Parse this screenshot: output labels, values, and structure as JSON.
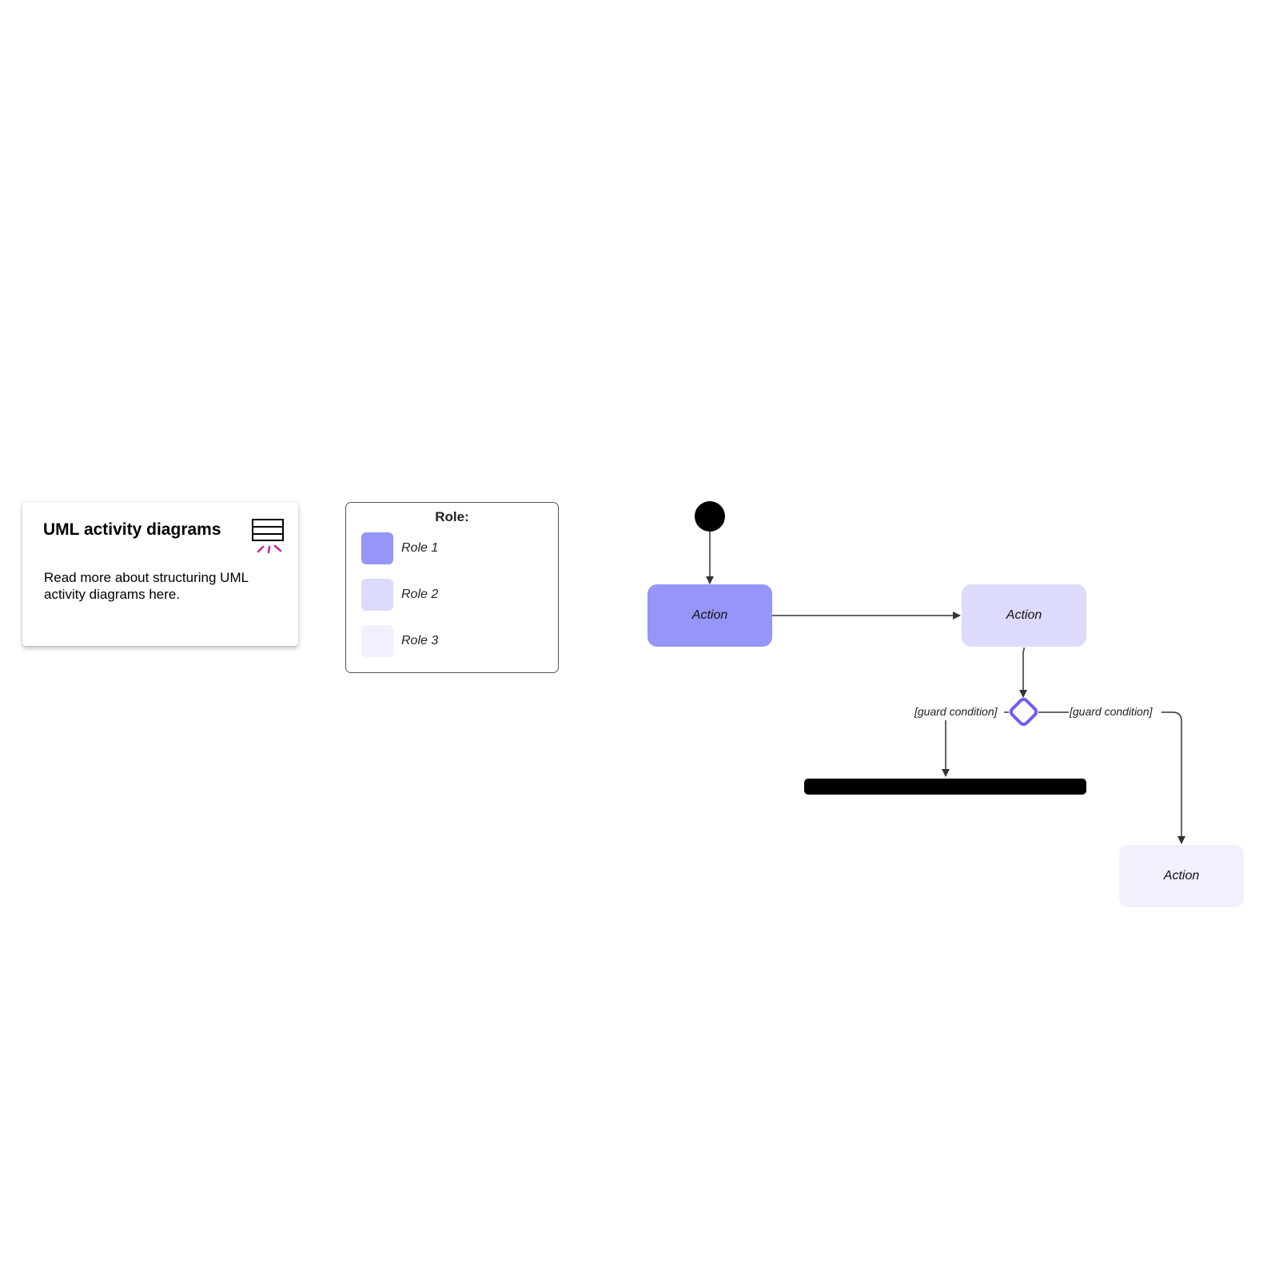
{
  "info_card": {
    "title": "UML activity diagrams",
    "body": "Read more about structuring UML activity diagrams here.",
    "icon": "uml-diagram-icon"
  },
  "legend": {
    "title": "Role:",
    "items": [
      {
        "label": "Role 1",
        "color": "#9695F8"
      },
      {
        "label": "Role 2",
        "color": "#DCDBFB"
      },
      {
        "label": "Role 3",
        "color": "#F1F0FD"
      }
    ]
  },
  "diagram": {
    "actions": [
      {
        "label": "Action",
        "role": "Role 1",
        "color": "#9695F8"
      },
      {
        "label": "Action",
        "role": "Role 2",
        "color": "#DCDBFB"
      },
      {
        "label": "Action",
        "role": "Role 3",
        "color": "#F1F0FD"
      }
    ],
    "guard_left": "[guard condition]",
    "guard_right": "[guard condition]",
    "decision_color": "#6E5EEF",
    "initial_node_color": "#000000",
    "fork_bar_color": "#000000"
  },
  "colors": {
    "accent_magenta": "#D0209A"
  }
}
